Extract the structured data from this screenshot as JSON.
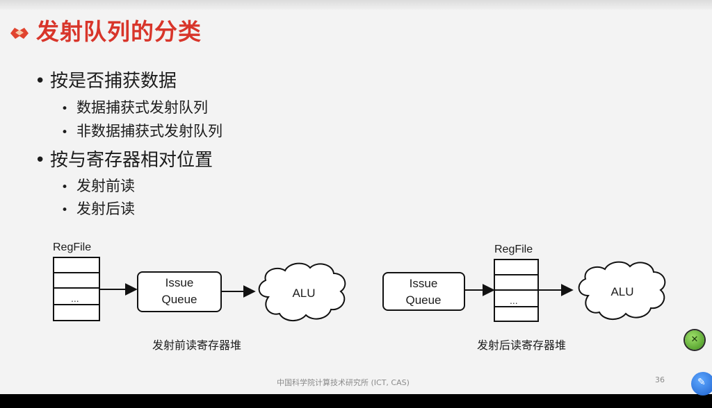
{
  "slide": {
    "title": "发射队列的分类",
    "bullets": [
      {
        "text": "按是否捕获数据",
        "subs": [
          "数据捕获式发射队列",
          "非数据捕获式发射队列"
        ]
      },
      {
        "text": "按与寄存器相对位置",
        "subs": [
          "发射前读",
          "发射后读"
        ]
      }
    ],
    "diagram_left": {
      "regfile": "RegFile",
      "dots": "...",
      "queue_line1": "Issue",
      "queue_line2": "Queue",
      "alu": "ALU",
      "caption": "发射前读寄存器堆"
    },
    "diagram_right": {
      "regfile": "RegFile",
      "dots": "...",
      "queue_line1": "Issue",
      "queue_line2": "Queue",
      "alu": "ALU",
      "caption": "发射后读寄存器堆"
    },
    "footer": "中国科学院计算技术研究所 (ICT, CAS)",
    "page_number": "36",
    "bullet_glyph": "•"
  },
  "overlay": {
    "close_button_icon": "close-icon",
    "assistant_button_icon": "edit-icon"
  },
  "colors": {
    "title": "#d8352a",
    "background": "#f3f3f3",
    "text": "#1c1c1c"
  }
}
